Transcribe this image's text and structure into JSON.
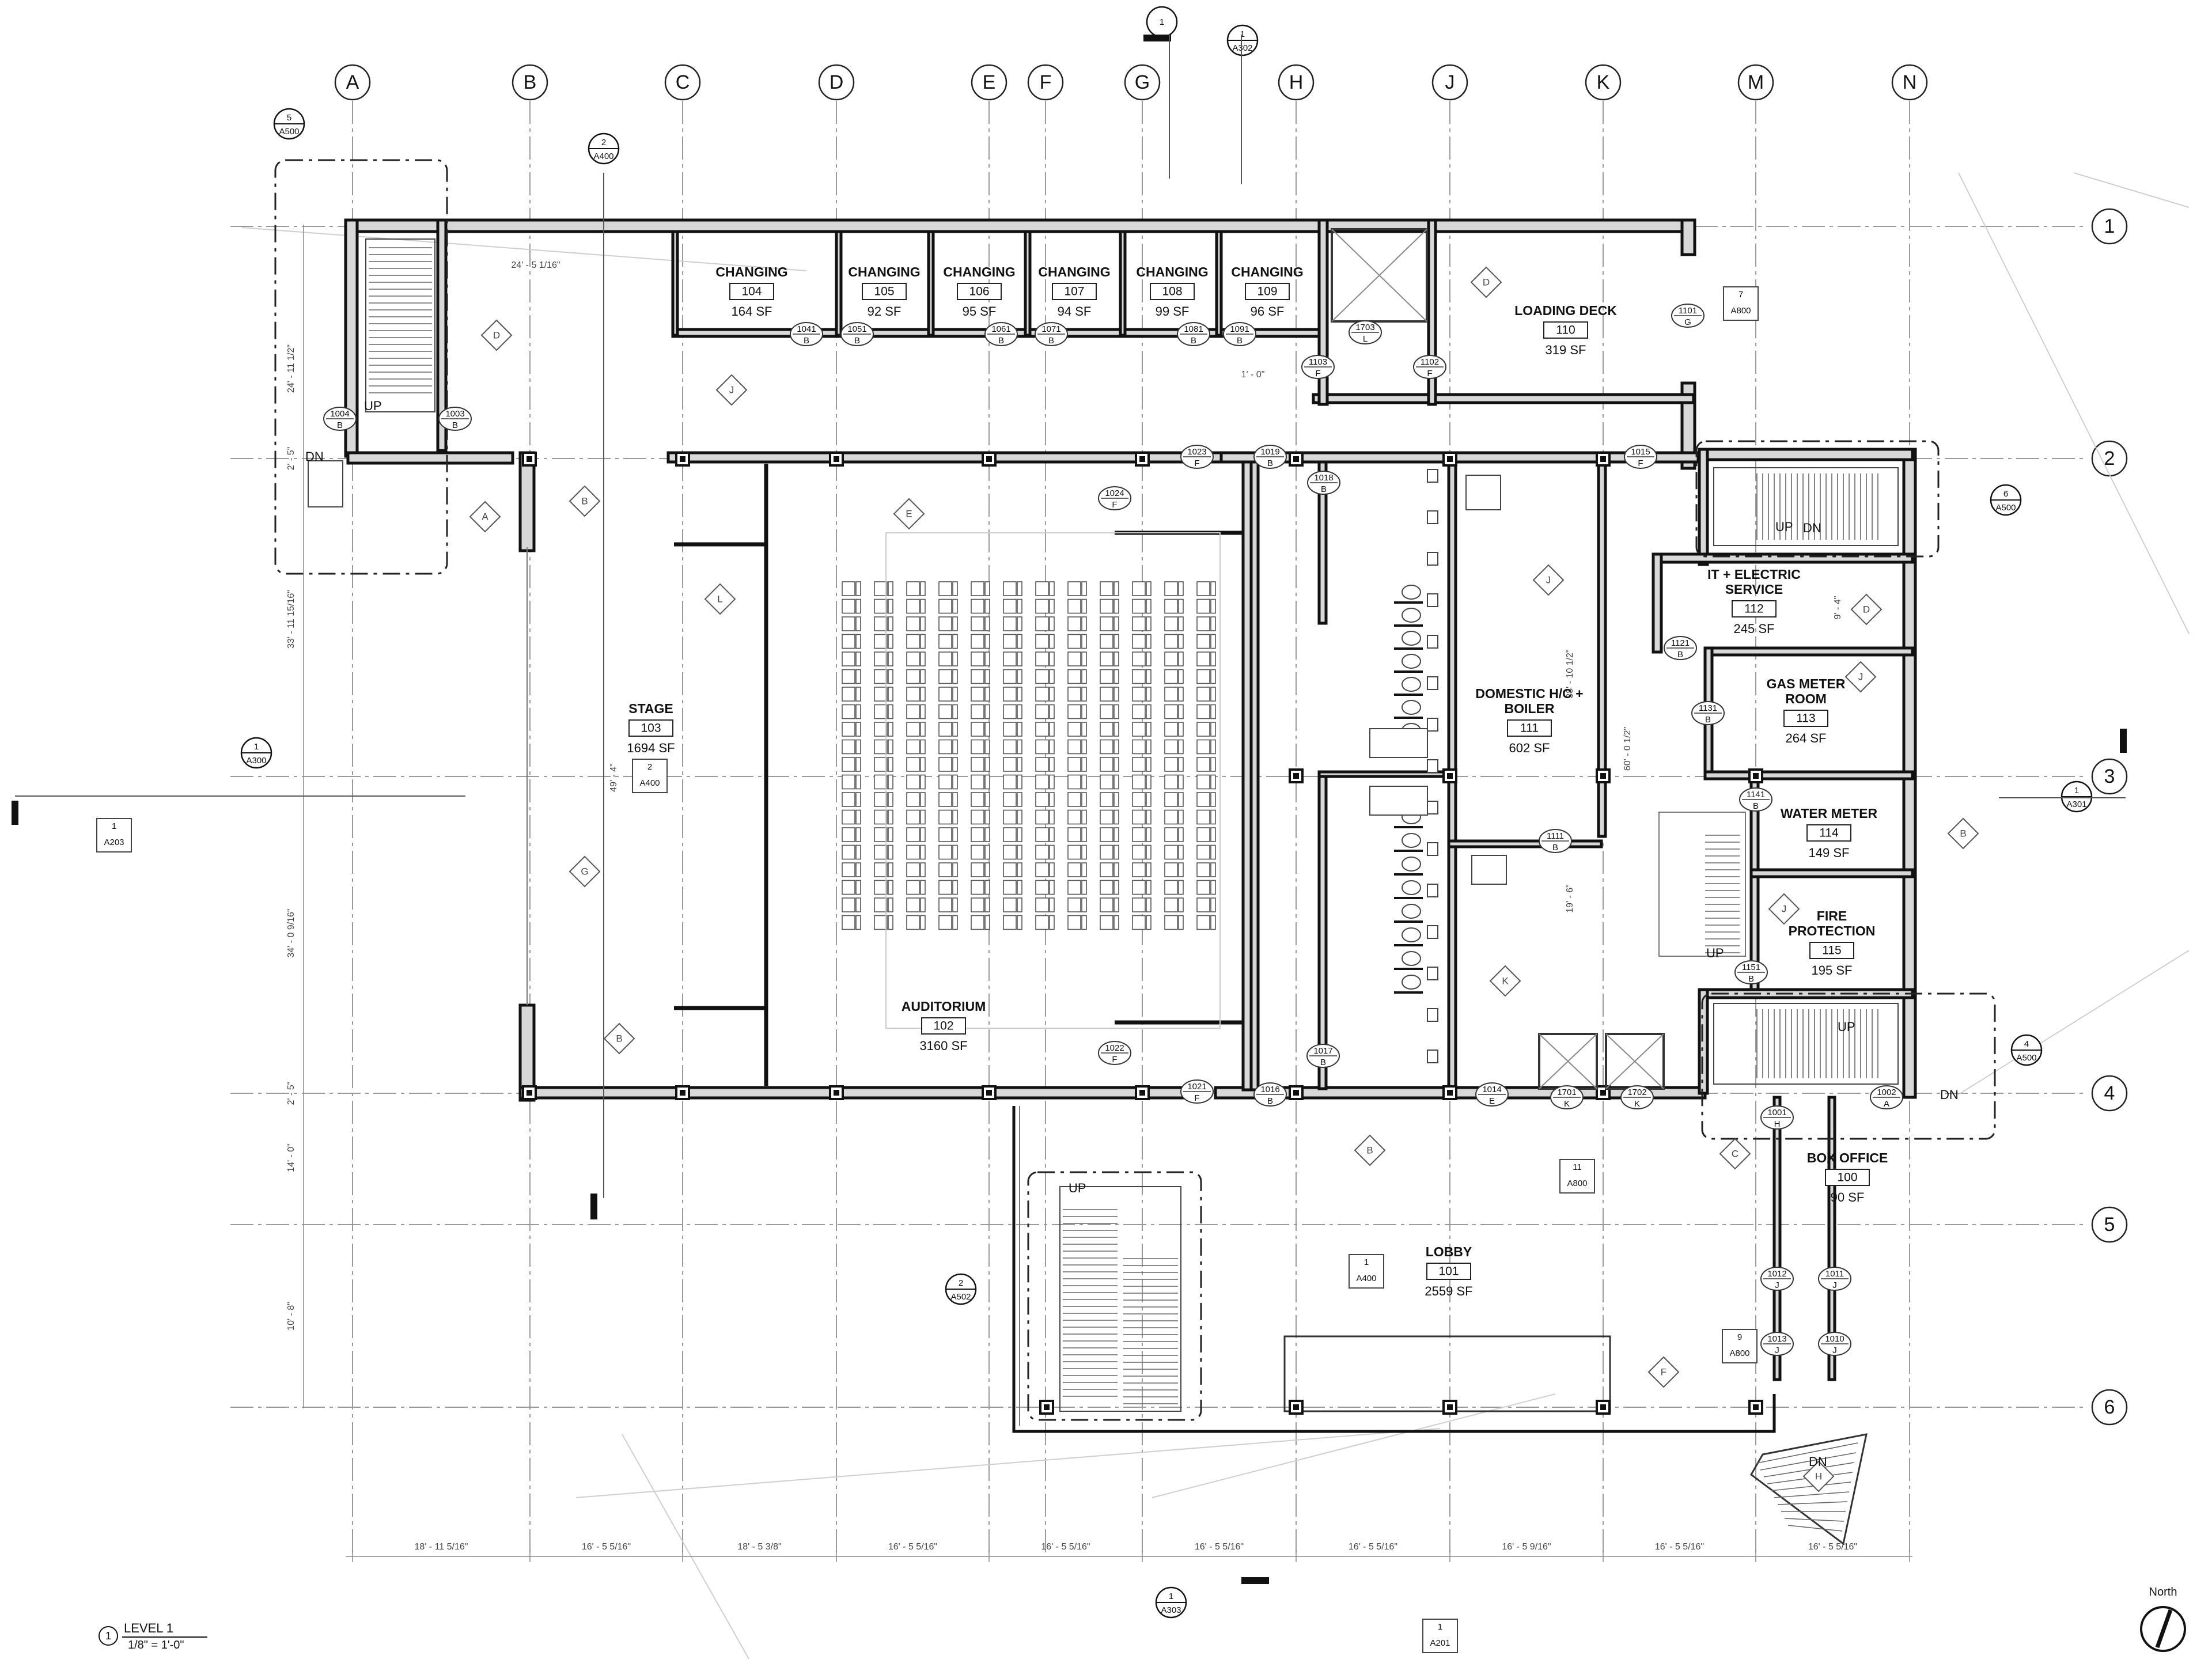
{
  "grid_columns": [
    "A",
    "B",
    "C",
    "D",
    "E",
    "F",
    "G",
    "H",
    "J",
    "K",
    "M",
    "N"
  ],
  "grid_rows": [
    "1",
    "2",
    "3",
    "4",
    "5",
    "6"
  ],
  "rooms": [
    {
      "key": "r104",
      "name": [
        "CHANGING"
      ],
      "number": "104",
      "area": "164 SF"
    },
    {
      "key": "r105",
      "name": [
        "CHANGING"
      ],
      "number": "105",
      "area": "92 SF"
    },
    {
      "key": "r106",
      "name": [
        "CHANGING"
      ],
      "number": "106",
      "area": "95 SF"
    },
    {
      "key": "r107",
      "name": [
        "CHANGING"
      ],
      "number": "107",
      "area": "94 SF"
    },
    {
      "key": "r108",
      "name": [
        "CHANGING"
      ],
      "number": "108",
      "area": "99 SF"
    },
    {
      "key": "r109",
      "name": [
        "CHANGING"
      ],
      "number": "109",
      "area": "96 SF"
    },
    {
      "key": "r110",
      "name": [
        "LOADING DECK"
      ],
      "number": "110",
      "area": "319 SF"
    },
    {
      "key": "r103",
      "name": [
        "STAGE"
      ],
      "number": "103",
      "area": "1694 SF"
    },
    {
      "key": "r102",
      "name": [
        "AUDITORIUM"
      ],
      "number": "102",
      "area": "3160 SF"
    },
    {
      "key": "r111",
      "name": [
        "DOMESTIC H/C +",
        "BOILER"
      ],
      "number": "111",
      "area": "602 SF"
    },
    {
      "key": "r112",
      "name": [
        "IT + ELECTRIC",
        "SERVICE"
      ],
      "number": "112",
      "area": "245 SF"
    },
    {
      "key": "r113",
      "name": [
        "GAS METER",
        "ROOM"
      ],
      "number": "113",
      "area": "264 SF"
    },
    {
      "key": "r114",
      "name": [
        "WATER METER"
      ],
      "number": "114",
      "area": "149 SF"
    },
    {
      "key": "r115",
      "name": [
        "FIRE",
        "PROTECTION"
      ],
      "number": "115",
      "area": "195 SF"
    },
    {
      "key": "r100",
      "name": [
        "BOX OFFICE"
      ],
      "number": "100",
      "area": "90 SF"
    },
    {
      "key": "r101",
      "name": [
        "LOBBY"
      ],
      "number": "101",
      "area": "2559 SF"
    }
  ],
  "door_tags": [
    {
      "num": "1041",
      "type": "B"
    },
    {
      "num": "1051",
      "type": "B"
    },
    {
      "num": "1061",
      "type": "B"
    },
    {
      "num": "1071",
      "type": "B"
    },
    {
      "num": "1081",
      "type": "B"
    },
    {
      "num": "1091",
      "type": "B"
    },
    {
      "num": "1703",
      "type": "L"
    },
    {
      "num": "1103",
      "type": "F"
    },
    {
      "num": "1102",
      "type": "F"
    },
    {
      "num": "1101",
      "type": "G"
    },
    {
      "num": "1004",
      "type": "B"
    },
    {
      "num": "1003",
      "type": "B"
    },
    {
      "num": "1023",
      "type": "F"
    },
    {
      "num": "1019",
      "type": "B"
    },
    {
      "num": "1015",
      "type": "F"
    },
    {
      "num": "1018",
      "type": "B"
    },
    {
      "num": "1024",
      "type": "F"
    },
    {
      "num": "1121",
      "type": "B"
    },
    {
      "num": "1131",
      "type": "B"
    },
    {
      "num": "1141",
      "type": "B"
    },
    {
      "num": "1111",
      "type": "B"
    },
    {
      "num": "1151",
      "type": "B"
    },
    {
      "num": "1022",
      "type": "F"
    },
    {
      "num": "1017",
      "type": "B"
    },
    {
      "num": "1021",
      "type": "F"
    },
    {
      "num": "1016",
      "type": "B"
    },
    {
      "num": "1014",
      "type": "E"
    },
    {
      "num": "1701",
      "type": "K"
    },
    {
      "num": "1702",
      "type": "K"
    },
    {
      "num": "1002",
      "type": "A"
    },
    {
      "num": "1001",
      "type": "H"
    },
    {
      "num": "1012",
      "type": "J"
    },
    {
      "num": "1011",
      "type": "J"
    },
    {
      "num": "1013",
      "type": "J"
    },
    {
      "num": "1010",
      "type": "J"
    }
  ],
  "diamond_tags": [
    "D",
    "J",
    "A",
    "B",
    "E",
    "L",
    "G",
    "B",
    "J",
    "D",
    "J",
    "B",
    "J",
    "K",
    "B",
    "C",
    "F",
    "H",
    "D"
  ],
  "section_refs": [
    {
      "num": "1",
      "sheet": "A302"
    },
    {
      "num": "5",
      "sheet": "A500"
    },
    {
      "num": "2",
      "sheet": "A400"
    },
    {
      "num": "6",
      "sheet": "A500"
    },
    {
      "num": "1",
      "sheet": "A300"
    },
    {
      "num": "1",
      "sheet": "A301"
    },
    {
      "num": "4",
      "sheet": "A500"
    },
    {
      "num": "2",
      "sheet": "A502"
    },
    {
      "num": "1",
      "sheet": "A303"
    },
    {
      "num": "1",
      "sheet": ""
    }
  ],
  "elevation_refs": [
    {
      "num": "7",
      "sheet": "A800"
    },
    {
      "num": "1",
      "sheet": "A203"
    },
    {
      "num": "2",
      "sheet": "A400"
    },
    {
      "num": "11",
      "sheet": "A800"
    },
    {
      "num": "1",
      "sheet": "A400"
    },
    {
      "num": "9",
      "sheet": "A800"
    },
    {
      "num": "1",
      "sheet": "A201"
    }
  ],
  "dimensions_bottom": [
    "18' - 11 5/16\"",
    "16' - 5 5/16\"",
    "18' - 5 3/8\"",
    "16' - 5 5/16\"",
    "16' - 5 5/16\"",
    "16' - 5 5/16\"",
    "16' - 5 5/16\"",
    "16' - 5 9/16\"",
    "16' - 5 5/16\"",
    "16' - 5 5/16\""
  ],
  "dimensions_left": [
    "24' - 11 1/2\"",
    "2' - 5\"",
    "33' - 11 15/16\"",
    "34' - 0 9/16\"",
    "2' - 5\"",
    "14' - 0\"",
    "10' - 8\""
  ],
  "dimensions_other": [
    "24' - 5 1/16\"",
    "1' - 0\"",
    "9' - 4\"",
    "38' - 10 1/2\"",
    "60' - 0 1/2\"",
    "19' - 6\"",
    "49' - 4\""
  ],
  "stair_labels": {
    "up": "UP",
    "down": "DN"
  },
  "drawing_title": {
    "number": "1",
    "name": "LEVEL 1",
    "scale": "1/8\" = 1'-0\""
  },
  "north_label": "North"
}
